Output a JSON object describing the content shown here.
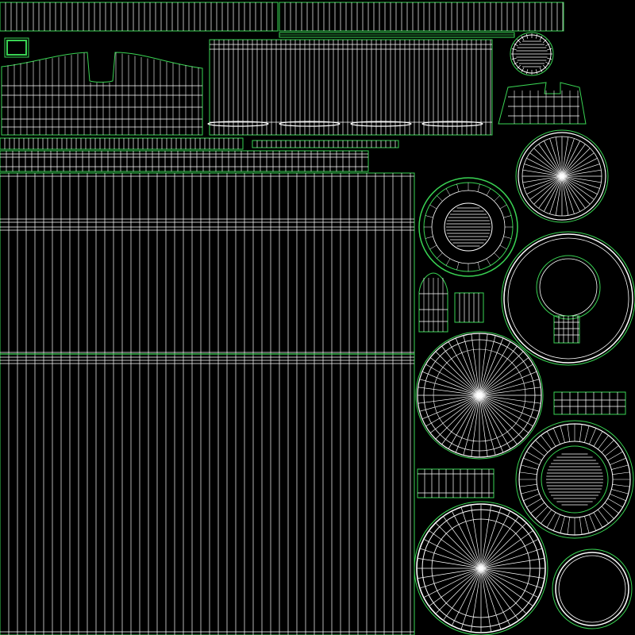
{
  "view": {
    "kind": "uv-wireframe-layout",
    "background_color": "#000000",
    "wire_color": "#ffffff",
    "border_color": "#39d353"
  },
  "islands": [
    {
      "name": "top-strip-left",
      "shape": "strip"
    },
    {
      "name": "top-strip-right",
      "shape": "strip"
    },
    {
      "name": "thin-strip-under-top",
      "shape": "strip"
    },
    {
      "name": "small-square-top-left",
      "shape": "square"
    },
    {
      "name": "wavy-panel",
      "shape": "panel"
    },
    {
      "name": "back-panel",
      "shape": "panel"
    },
    {
      "name": "small-disc-top",
      "shape": "disc"
    },
    {
      "name": "shoulder-shape",
      "shape": "panel"
    },
    {
      "name": "long-strip-a",
      "shape": "strip"
    },
    {
      "name": "long-strip-b",
      "shape": "strip"
    },
    {
      "name": "long-strip-c",
      "shape": "strip"
    },
    {
      "name": "large-body-panel",
      "shape": "panel"
    },
    {
      "name": "disc-upper-right",
      "shape": "disc"
    },
    {
      "name": "ring-with-inner-disc",
      "shape": "ring"
    },
    {
      "name": "ring-with-keyhole",
      "shape": "ring"
    },
    {
      "name": "small-bottle-shape",
      "shape": "panel"
    },
    {
      "name": "small-grid-square",
      "shape": "square"
    },
    {
      "name": "disc-middle",
      "shape": "disc"
    },
    {
      "name": "small-strip-right",
      "shape": "strip"
    },
    {
      "name": "small-strip-left",
      "shape": "strip"
    },
    {
      "name": "ring-with-hatched-disc",
      "shape": "ring"
    },
    {
      "name": "disc-bottom",
      "shape": "disc"
    },
    {
      "name": "thin-ring-bottom",
      "shape": "ring"
    }
  ]
}
